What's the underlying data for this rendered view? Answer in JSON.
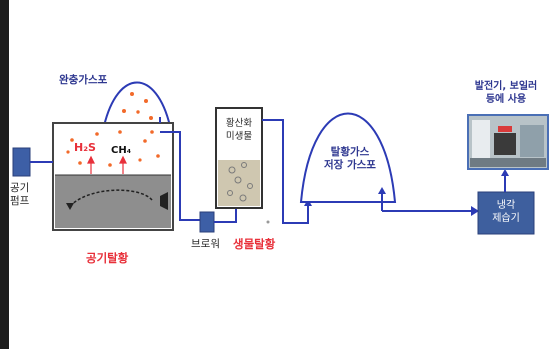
{
  "labels": {
    "buffer_gas_holder": "완충가스포",
    "air_pump_line1": "공기",
    "air_pump_line2": "펌프",
    "h2s": "H₂S",
    "ch4": "CH₄",
    "air_desulfurization": "공기탈황",
    "sulfur_microbe_line1": "황산화",
    "sulfur_microbe_line2": "미생물",
    "blower": "브로워",
    "bio_desulfurization": "생물탈황",
    "desulfurized_gas_storage_line1": "탈황가스",
    "desulfurized_gas_storage_line2": "저장 가스포",
    "usage_line1": "발전기, 보일러",
    "usage_line2": "등에 사용",
    "cooler_dehumidifier_line1": "냉각",
    "cooler_dehumidifier_line2": "제습기"
  },
  "colors": {
    "flow_line": "#2c3bb5",
    "highlight_red": "#e8303a",
    "navy_text": "#2e3790",
    "slurry": "#8e8e8e",
    "pump_box": "#3d5fa6",
    "left_border": "#1c1c1c"
  }
}
